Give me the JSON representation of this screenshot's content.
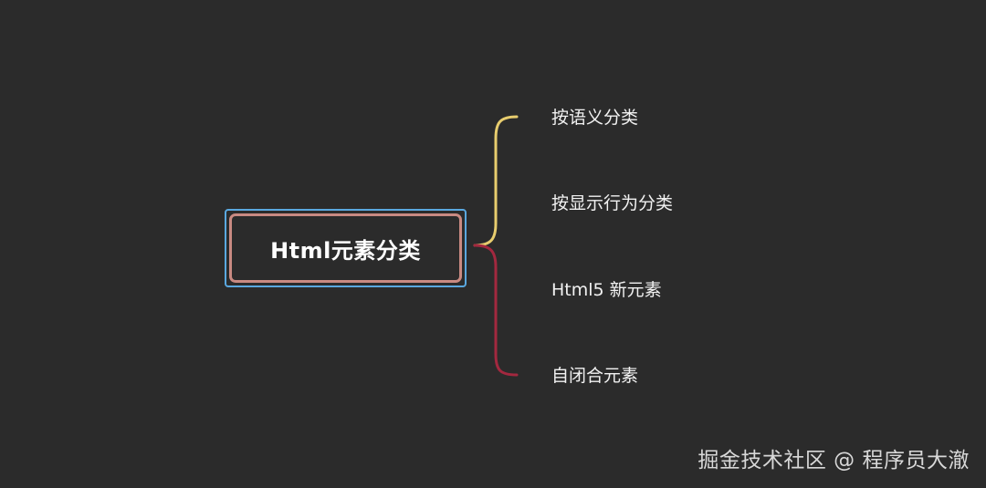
{
  "root": {
    "label": "Html元素分类"
  },
  "branches": [
    {
      "label": "按语义分类"
    },
    {
      "label": "按显示行为分类"
    },
    {
      "label": "Html5 新元素"
    },
    {
      "label": "自闭合元素"
    }
  ],
  "colors": {
    "background": "#2b2b2b",
    "root_outer_border": "#5aa8e0",
    "root_inner_border": "#c98a82",
    "upper_brace": "#e8cd6e",
    "lower_brace": "#a3283f"
  },
  "watermark": {
    "text": "掘金技术社区 @ 程序员大澈"
  }
}
